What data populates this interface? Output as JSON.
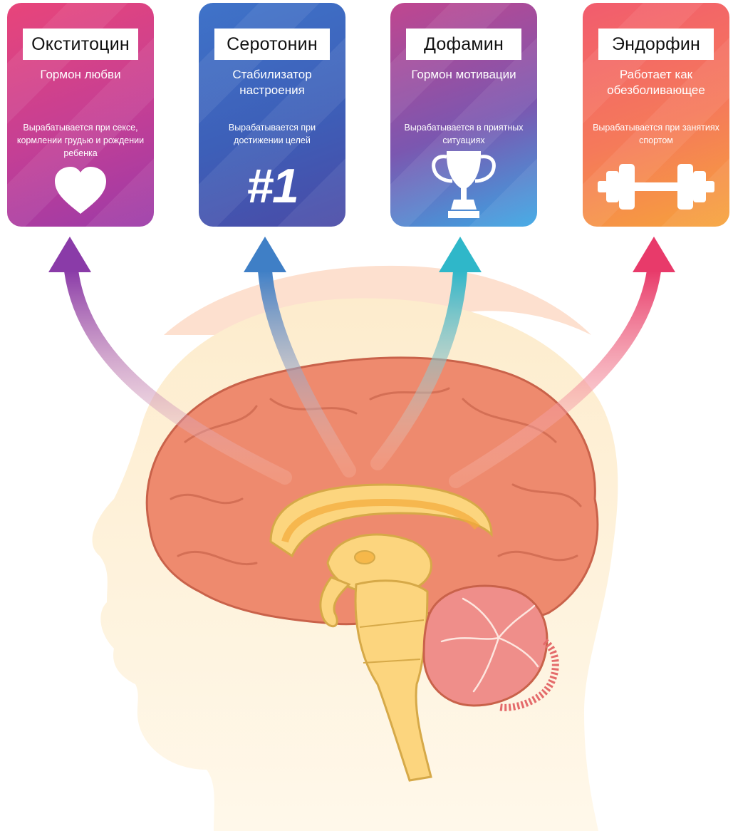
{
  "cards": [
    {
      "title": "Окститоцин",
      "role": "Гормон любви",
      "description": "Вырабатывается при сексе, кормлении грудью и рождении ребенка",
      "icon": "heart-icon"
    },
    {
      "title": "Серотонин",
      "role": "Стабилизатор настроения",
      "description": "Вырабатывается при достижении целей",
      "icon_text": "#1",
      "icon": "number-one-icon"
    },
    {
      "title": "Дофамин",
      "role": "Гормон мотивации",
      "description": "Вырабатывается в приятных ситуациях",
      "icon": "trophy-icon"
    },
    {
      "title": "Эндорфин",
      "role": "Работает как обезболивающее",
      "description": "Вырабатывается при занятиях спортом",
      "icon": "dumbbell-icon"
    }
  ],
  "colors": {
    "oxytocin_arrow": "#8a3ba8",
    "serotonin_arrow": "#3f7fc6",
    "dopamine_arrow": "#2fb7c9",
    "endorphin_arrow": "#e83a6a",
    "brain": "#ee8a6e",
    "brainstem": "#fcd57e",
    "head": "#fde9c4"
  }
}
